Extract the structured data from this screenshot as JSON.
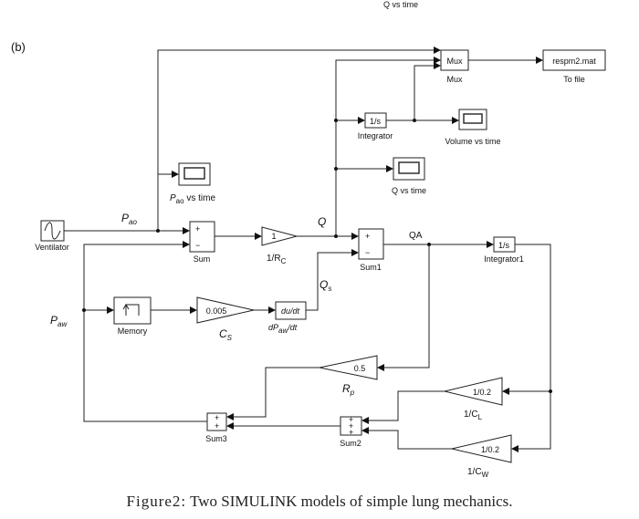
{
  "figure_tag": "(b)",
  "top_partial_label": "Q vs time",
  "caption": {
    "prefix": "Figure2:",
    "text": "Two SIMULINK models of simple lung mechanics."
  },
  "blocks": {
    "mux": {
      "inner": "Mux",
      "label": "Mux"
    },
    "to_file": {
      "inner": "respm2.mat",
      "label": "To file"
    },
    "integrator": {
      "inner": "1/s",
      "label": "Integrator"
    },
    "volume_scope": {
      "label": "Volume vs time"
    },
    "q_scope": {
      "label": "Q vs time"
    },
    "pao_scope": {
      "label_main": "P",
      "label_sub": "ao",
      "label_rest": " vs time"
    },
    "ventilator": {
      "label": "Ventilator"
    },
    "sum": {
      "plus": "+",
      "minus": "−",
      "label": "Sum"
    },
    "gain_rc": {
      "inner": "1",
      "label_main": "1/R",
      "label_sub": "C"
    },
    "sum1": {
      "plus": "+",
      "minus": "−",
      "label": "Sum1"
    },
    "integrator1": {
      "inner": "1/s",
      "label": "Integrator1"
    },
    "memory": {
      "label": "Memory"
    },
    "gain_cs": {
      "inner": "0.005",
      "label_main": "C",
      "label_sub": "S"
    },
    "derivative": {
      "inner": "du/dt",
      "label_pre": "dP",
      "label_sub": "aw",
      "label_post": "/dt"
    },
    "gain_rp": {
      "inner": "0.5",
      "label_main": "R",
      "label_sub": "p"
    },
    "gain_cl": {
      "inner": "1/0.2",
      "label_main": "1/C",
      "label_sub": "L"
    },
    "gain_cw": {
      "inner": "1/0.2",
      "label_main": "1/C",
      "label_sub": "W"
    },
    "sum2": {
      "signs": [
        "+",
        "+",
        "+"
      ],
      "label": "Sum2"
    },
    "sum3": {
      "signs": [
        "+",
        "+"
      ],
      "label": "Sum3"
    }
  },
  "signals": {
    "pao": {
      "main": "P",
      "sub": "ao"
    },
    "paw": {
      "main": "P",
      "sub": "aw"
    },
    "q": "Q",
    "qa": "QA",
    "qs": {
      "main": "Q",
      "sub": "s"
    }
  }
}
